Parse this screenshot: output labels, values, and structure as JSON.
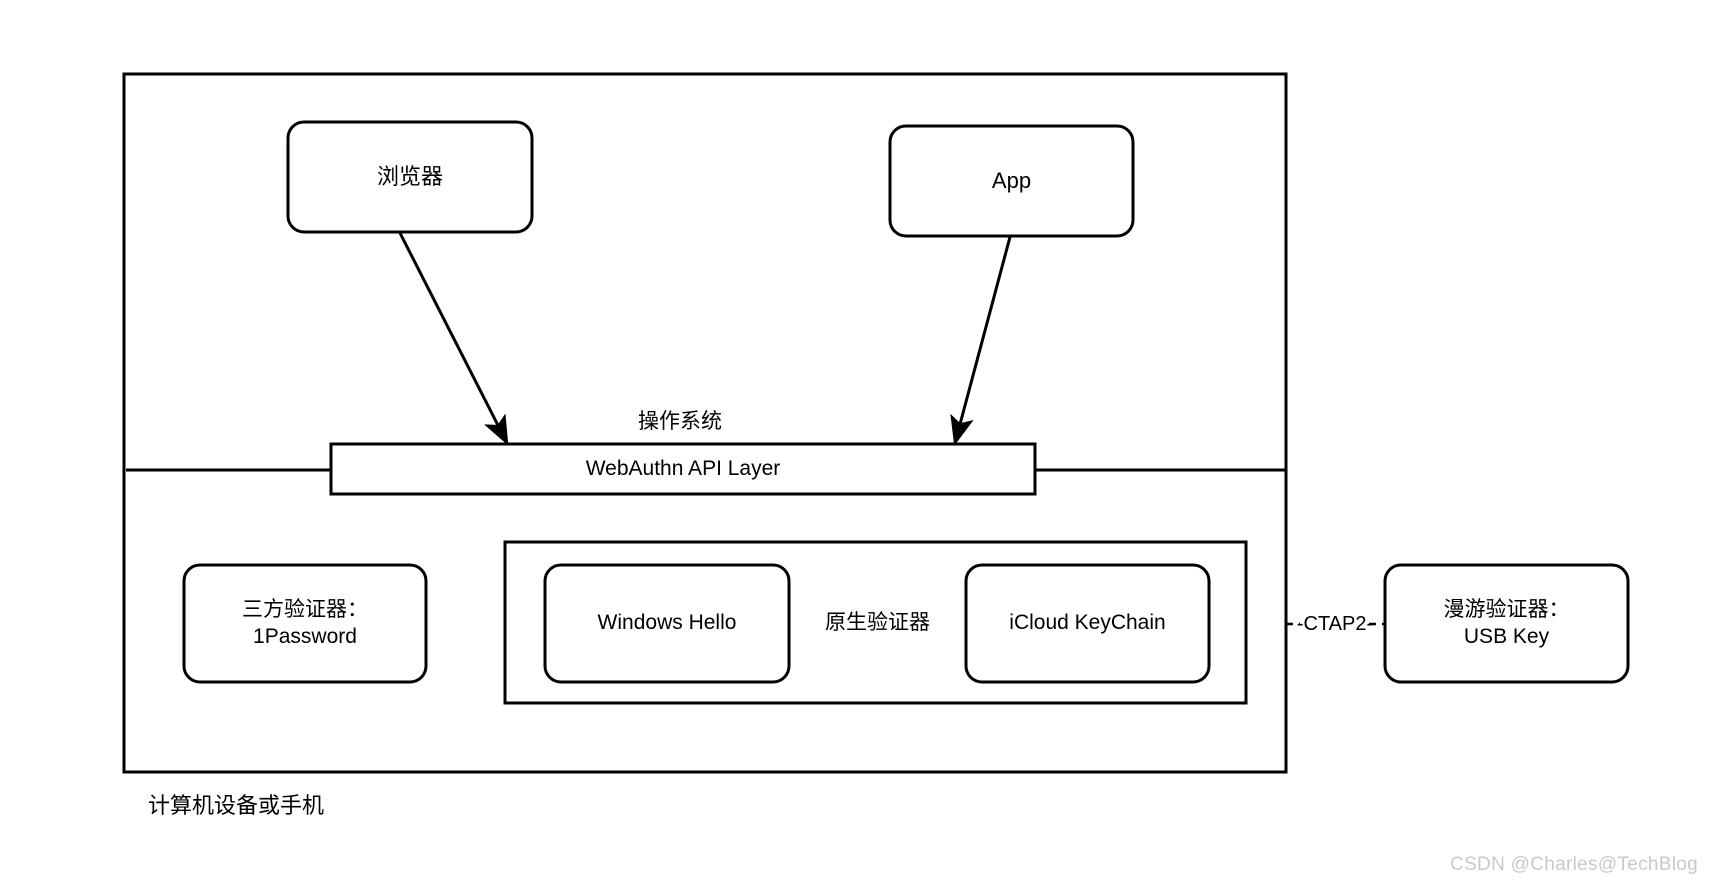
{
  "diagram": {
    "title_caption": "计算机设备或手机",
    "os_layer_label": "操作系统",
    "api_layer_label": "WebAuthn API Layer",
    "native_group_label": "原生验证器",
    "connector_label": "-CTAP2-",
    "nodes": {
      "browser": "浏览器",
      "app": "App",
      "third_party_line1": "三方验证器：",
      "third_party_line2": "1Password",
      "windows_hello": "Windows Hello",
      "icloud_keychain": "iCloud KeyChain",
      "roaming_line1": "漫游验证器：",
      "roaming_line2": "USB Key"
    },
    "colors": {
      "stroke": "#000000",
      "fill": "#ffffff",
      "watermark": "#c9c9c9"
    }
  },
  "watermark": {
    "text": "CSDN @Charles@TechBlog"
  }
}
